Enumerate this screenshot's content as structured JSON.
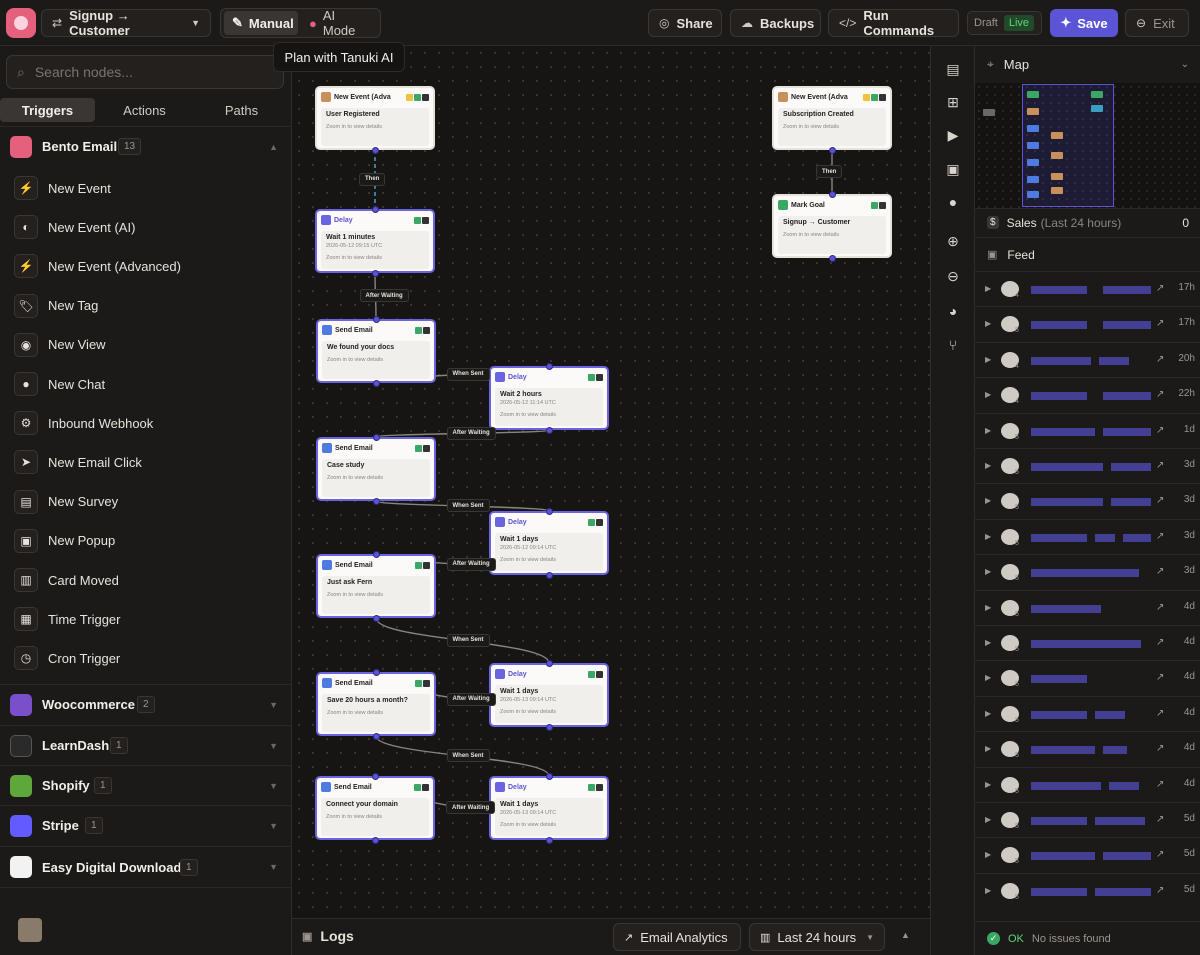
{
  "topbar": {
    "workflow_name": "Signup → Customer",
    "mode_manual": "Manual",
    "mode_ai": "AI Mode",
    "tooltip": "Plan with Tanuki AI",
    "share": "Share",
    "backups": "Backups",
    "run_commands": "Run Commands",
    "status_draft": "Draft",
    "status_live": "Live",
    "save": "Save",
    "exit": "Exit"
  },
  "sidebar": {
    "search_placeholder": "Search nodes...",
    "tabs": [
      "Triggers",
      "Actions",
      "Paths"
    ],
    "active_tab": "Triggers",
    "groups": [
      {
        "name": "Bento Email",
        "count": "13",
        "expanded": true,
        "color": "#e4607c"
      },
      {
        "name": "Woocommerce",
        "count": "2",
        "color": "#7b4fc9"
      },
      {
        "name": "LearnDash",
        "count": "1",
        "color": "#2a2a2a"
      },
      {
        "name": "Shopify",
        "count": "1",
        "color": "#5ea83b"
      },
      {
        "name": "Stripe",
        "count": "1",
        "color": "#635bff"
      },
      {
        "name": "Easy Digital Downloads",
        "count": "1",
        "color": "#f2f2f2"
      }
    ],
    "items": [
      {
        "label": "New Event",
        "icon": "bolt-icon",
        "glyph": "⚡"
      },
      {
        "label": "New Event (AI)",
        "icon": "ai-circle-icon",
        "glyph": "◐"
      },
      {
        "label": "New Event (Advanced)",
        "icon": "bolt-icon",
        "glyph": "⚡"
      },
      {
        "label": "New Tag",
        "icon": "tag-icon",
        "glyph": "🏷"
      },
      {
        "label": "New View",
        "icon": "eye-icon",
        "glyph": "◉"
      },
      {
        "label": "New Chat",
        "icon": "chat-icon",
        "glyph": "●"
      },
      {
        "label": "Inbound Webhook",
        "icon": "webhook-icon",
        "glyph": "⚙"
      },
      {
        "label": "New Email Click",
        "icon": "cursor-icon",
        "glyph": "➤"
      },
      {
        "label": "New Survey",
        "icon": "survey-icon",
        "glyph": "▤"
      },
      {
        "label": "New Popup",
        "icon": "popup-icon",
        "glyph": "▣"
      },
      {
        "label": "Card Moved",
        "icon": "kanban-icon",
        "glyph": "▥"
      },
      {
        "label": "Time Trigger",
        "icon": "calendar-icon",
        "glyph": "▦"
      },
      {
        "label": "Cron Trigger",
        "icon": "clock-icon",
        "glyph": "◷"
      }
    ]
  },
  "canvas": {
    "nodes": [
      {
        "id": "a",
        "title": "New Event (Adva",
        "body": "User Registered",
        "zoom": "Zoom in to view details",
        "ts": "",
        "kind": "trigger"
      },
      {
        "id": "b",
        "title": "Delay",
        "body": "Wait 1 minutes",
        "zoom": "Zoom in to view details",
        "ts": "2026-05-12 09:15 UTC",
        "kind": "delay"
      },
      {
        "id": "c",
        "title": "Send Email",
        "body": "We found your docs",
        "zoom": "Zoom in to view details",
        "ts": "",
        "kind": "email"
      },
      {
        "id": "d",
        "title": "Delay",
        "body": "Wait 2 hours",
        "zoom": "Zoom in to view details",
        "ts": "2026-05-12 11:14 UTC",
        "kind": "delay"
      },
      {
        "id": "e",
        "title": "Send Email",
        "body": "Case study",
        "zoom": "Zoom in to view details",
        "ts": "",
        "kind": "email"
      },
      {
        "id": "f",
        "title": "Delay",
        "body": "Wait 1 days",
        "zoom": "Zoom in to view details",
        "ts": "2026-05-12 09:14 UTC",
        "kind": "delay"
      },
      {
        "id": "g",
        "title": "Send Email",
        "body": "Just ask Fern",
        "zoom": "Zoom in to view details",
        "ts": "",
        "kind": "email"
      },
      {
        "id": "h",
        "title": "Send Email",
        "body": "Save 20 hours a month?",
        "zoom": "Zoom in to view details",
        "ts": "",
        "kind": "email"
      },
      {
        "id": "i",
        "title": "Delay",
        "body": "Wait 1 days",
        "zoom": "Zoom in to view details",
        "ts": "2026-05-13 09:14 UTC",
        "kind": "delay"
      },
      {
        "id": "j",
        "title": "Send Email",
        "body": "Connect your domain",
        "zoom": "Zoom in to view details",
        "ts": "",
        "kind": "email"
      },
      {
        "id": "k",
        "title": "Delay",
        "body": "Wait 1 days",
        "zoom": "Zoom in to view details",
        "ts": "2026-05-13 09:14 UTC",
        "kind": "delay"
      },
      {
        "id": "l",
        "title": "New Event (Adva",
        "body": "Subscription Created",
        "zoom": "Zoom in to view details",
        "ts": "",
        "kind": "trigger"
      },
      {
        "id": "m",
        "title": "Mark Goal",
        "body": "Signup → Customer",
        "zoom": "Zoom in to view details",
        "ts": "",
        "kind": "goal"
      }
    ],
    "edge_labels": [
      "Then",
      "After Waiting",
      "When Sent",
      "After Waiting",
      "When Sent",
      "After Waiting",
      "When Sent",
      "After Waiting",
      "When Sent",
      "After Waiting",
      "Then"
    ]
  },
  "right_panel": {
    "map_label": "Map",
    "sales_label": "Sales",
    "sales_period": "(Last 24 hours)",
    "sales_value": "0",
    "feed_label": "Feed",
    "feed_times": [
      "17h",
      "17h",
      "20h",
      "22h",
      "1d",
      "3d",
      "3d",
      "3d",
      "3d",
      "4d",
      "4d",
      "4d",
      "4d",
      "4d",
      "4d",
      "5d",
      "5d",
      "5d"
    ],
    "feed_counts": [
      "4",
      "5",
      "4",
      "4",
      "5",
      "5",
      "5",
      "5",
      "5",
      "5",
      "5",
      "5",
      "5",
      "5",
      "5",
      "5",
      "5",
      "5"
    ],
    "status_ok": "OK",
    "status_text": "No issues found"
  },
  "bottom": {
    "logs": "Logs",
    "email_analytics": "Email Analytics",
    "range": "Last 24 hours"
  }
}
